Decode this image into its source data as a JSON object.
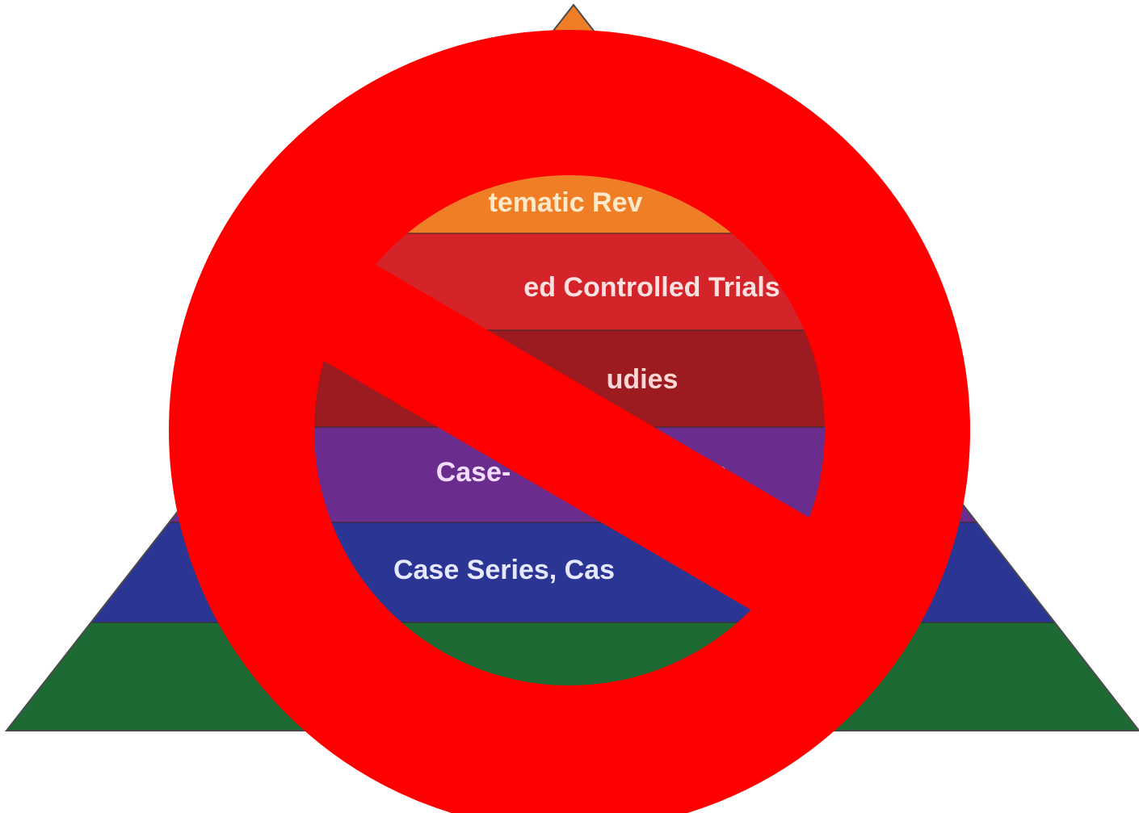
{
  "pyramid": {
    "tiers": [
      {
        "label": "Systematic Reviews",
        "visible_text": "tematic Rev",
        "color": "#f07e26",
        "text_color": "#ffe9c9"
      },
      {
        "label": "Randomized Controlled Trials",
        "visible_text": "ed Controlled Trials",
        "color": "#d42429",
        "text_color": "#ffe0e0"
      },
      {
        "label": "Cohort Studies",
        "visible_text": "udies",
        "color": "#9c1b20",
        "text_color": "#ffd6d6"
      },
      {
        "label": "Case-Control Studies",
        "visible_text": "Case-",
        "visible_text_2": "s",
        "color": "#6b2d8d",
        "text_color": "#f2dcff"
      },
      {
        "label": "Case Series, Case Reports",
        "visible_text": "Case Series, Cas",
        "color": "#2b3593",
        "text_color": "#e6e8ff"
      },
      {
        "label": "",
        "visible_text": "",
        "color": "#1e6a34",
        "text_color": "#ffffff"
      }
    ]
  },
  "prohibition_sign": {
    "icon": "no-symbol-icon",
    "color": "#ff0000"
  }
}
